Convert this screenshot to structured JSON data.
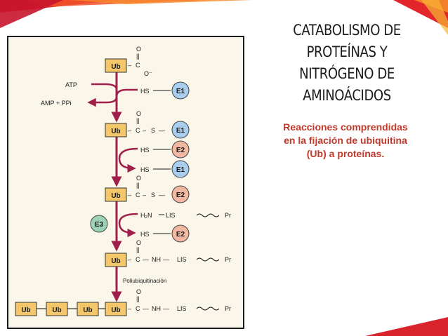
{
  "slide": {
    "title_line1": "CATABOLISMO DE PROTEÍNAS Y",
    "title_line2": "NITRÓGENO DE AMINOÁCIDOS",
    "caption_line1": "Reacciones comprendidas",
    "caption_line2": "en la fijación de ubiquitina",
    "caption_line3": "(Ub) a proteínas."
  },
  "colors": {
    "accent_red": "#c0392b",
    "arrow_maroon": "#a01f4a",
    "ub_box": "#f4c86a",
    "e1_circle": "#a9cdee",
    "e2_circle": "#f2b8a2",
    "e3_circle": "#9cd3b6",
    "panel_bg": "#fbf6ea"
  },
  "diagram": {
    "ub": "Ub",
    "o": "O",
    "c": "C",
    "s": "S",
    "nh": "NH",
    "lis": "LIS",
    "pr": "Pr",
    "hs": "HS",
    "h2n": "H₂N",
    "o_minus": "O⁻",
    "atp": "ATP",
    "amp_ppi": "AMP + PPi",
    "e1": "E1",
    "e2": "E2",
    "e3": "E3",
    "poliubiquitinacion": "Poliubiquitinación"
  }
}
